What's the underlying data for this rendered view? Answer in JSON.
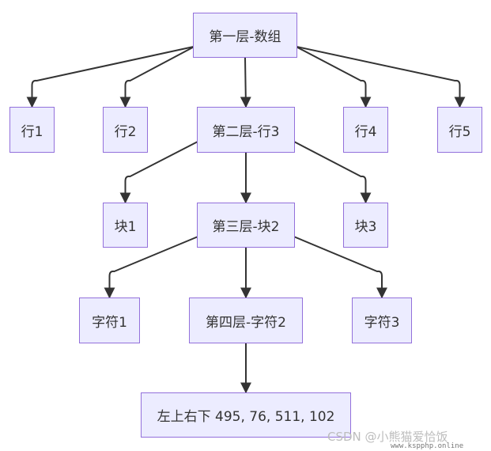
{
  "diagram": {
    "nodes": {
      "root": "第一层-数组",
      "row1": "行1",
      "row2": "行2",
      "row3": "第二层-行3",
      "row4": "行4",
      "row5": "行5",
      "block1": "块1",
      "block2": "第三层-块2",
      "block3": "块3",
      "char1": "字符1",
      "char2": "第四层-字符2",
      "char3": "字符3",
      "coords": "左上右下 495, 76, 511, 102"
    },
    "edges": [
      [
        "root",
        "row1"
      ],
      [
        "root",
        "row2"
      ],
      [
        "root",
        "row3"
      ],
      [
        "root",
        "row4"
      ],
      [
        "root",
        "row5"
      ],
      [
        "row3",
        "block1"
      ],
      [
        "row3",
        "block2"
      ],
      [
        "row3",
        "block3"
      ],
      [
        "block2",
        "char1"
      ],
      [
        "block2",
        "char2"
      ],
      [
        "block2",
        "char3"
      ],
      [
        "char2",
        "coords"
      ]
    ]
  },
  "colors": {
    "node_fill": "#ececff",
    "node_border": "#9370db",
    "edge": "#333333",
    "text": "#333333"
  },
  "watermark": {
    "line1": "CSDN @小熊猫爱恰饭",
    "line2": "www.kspphp.online"
  }
}
